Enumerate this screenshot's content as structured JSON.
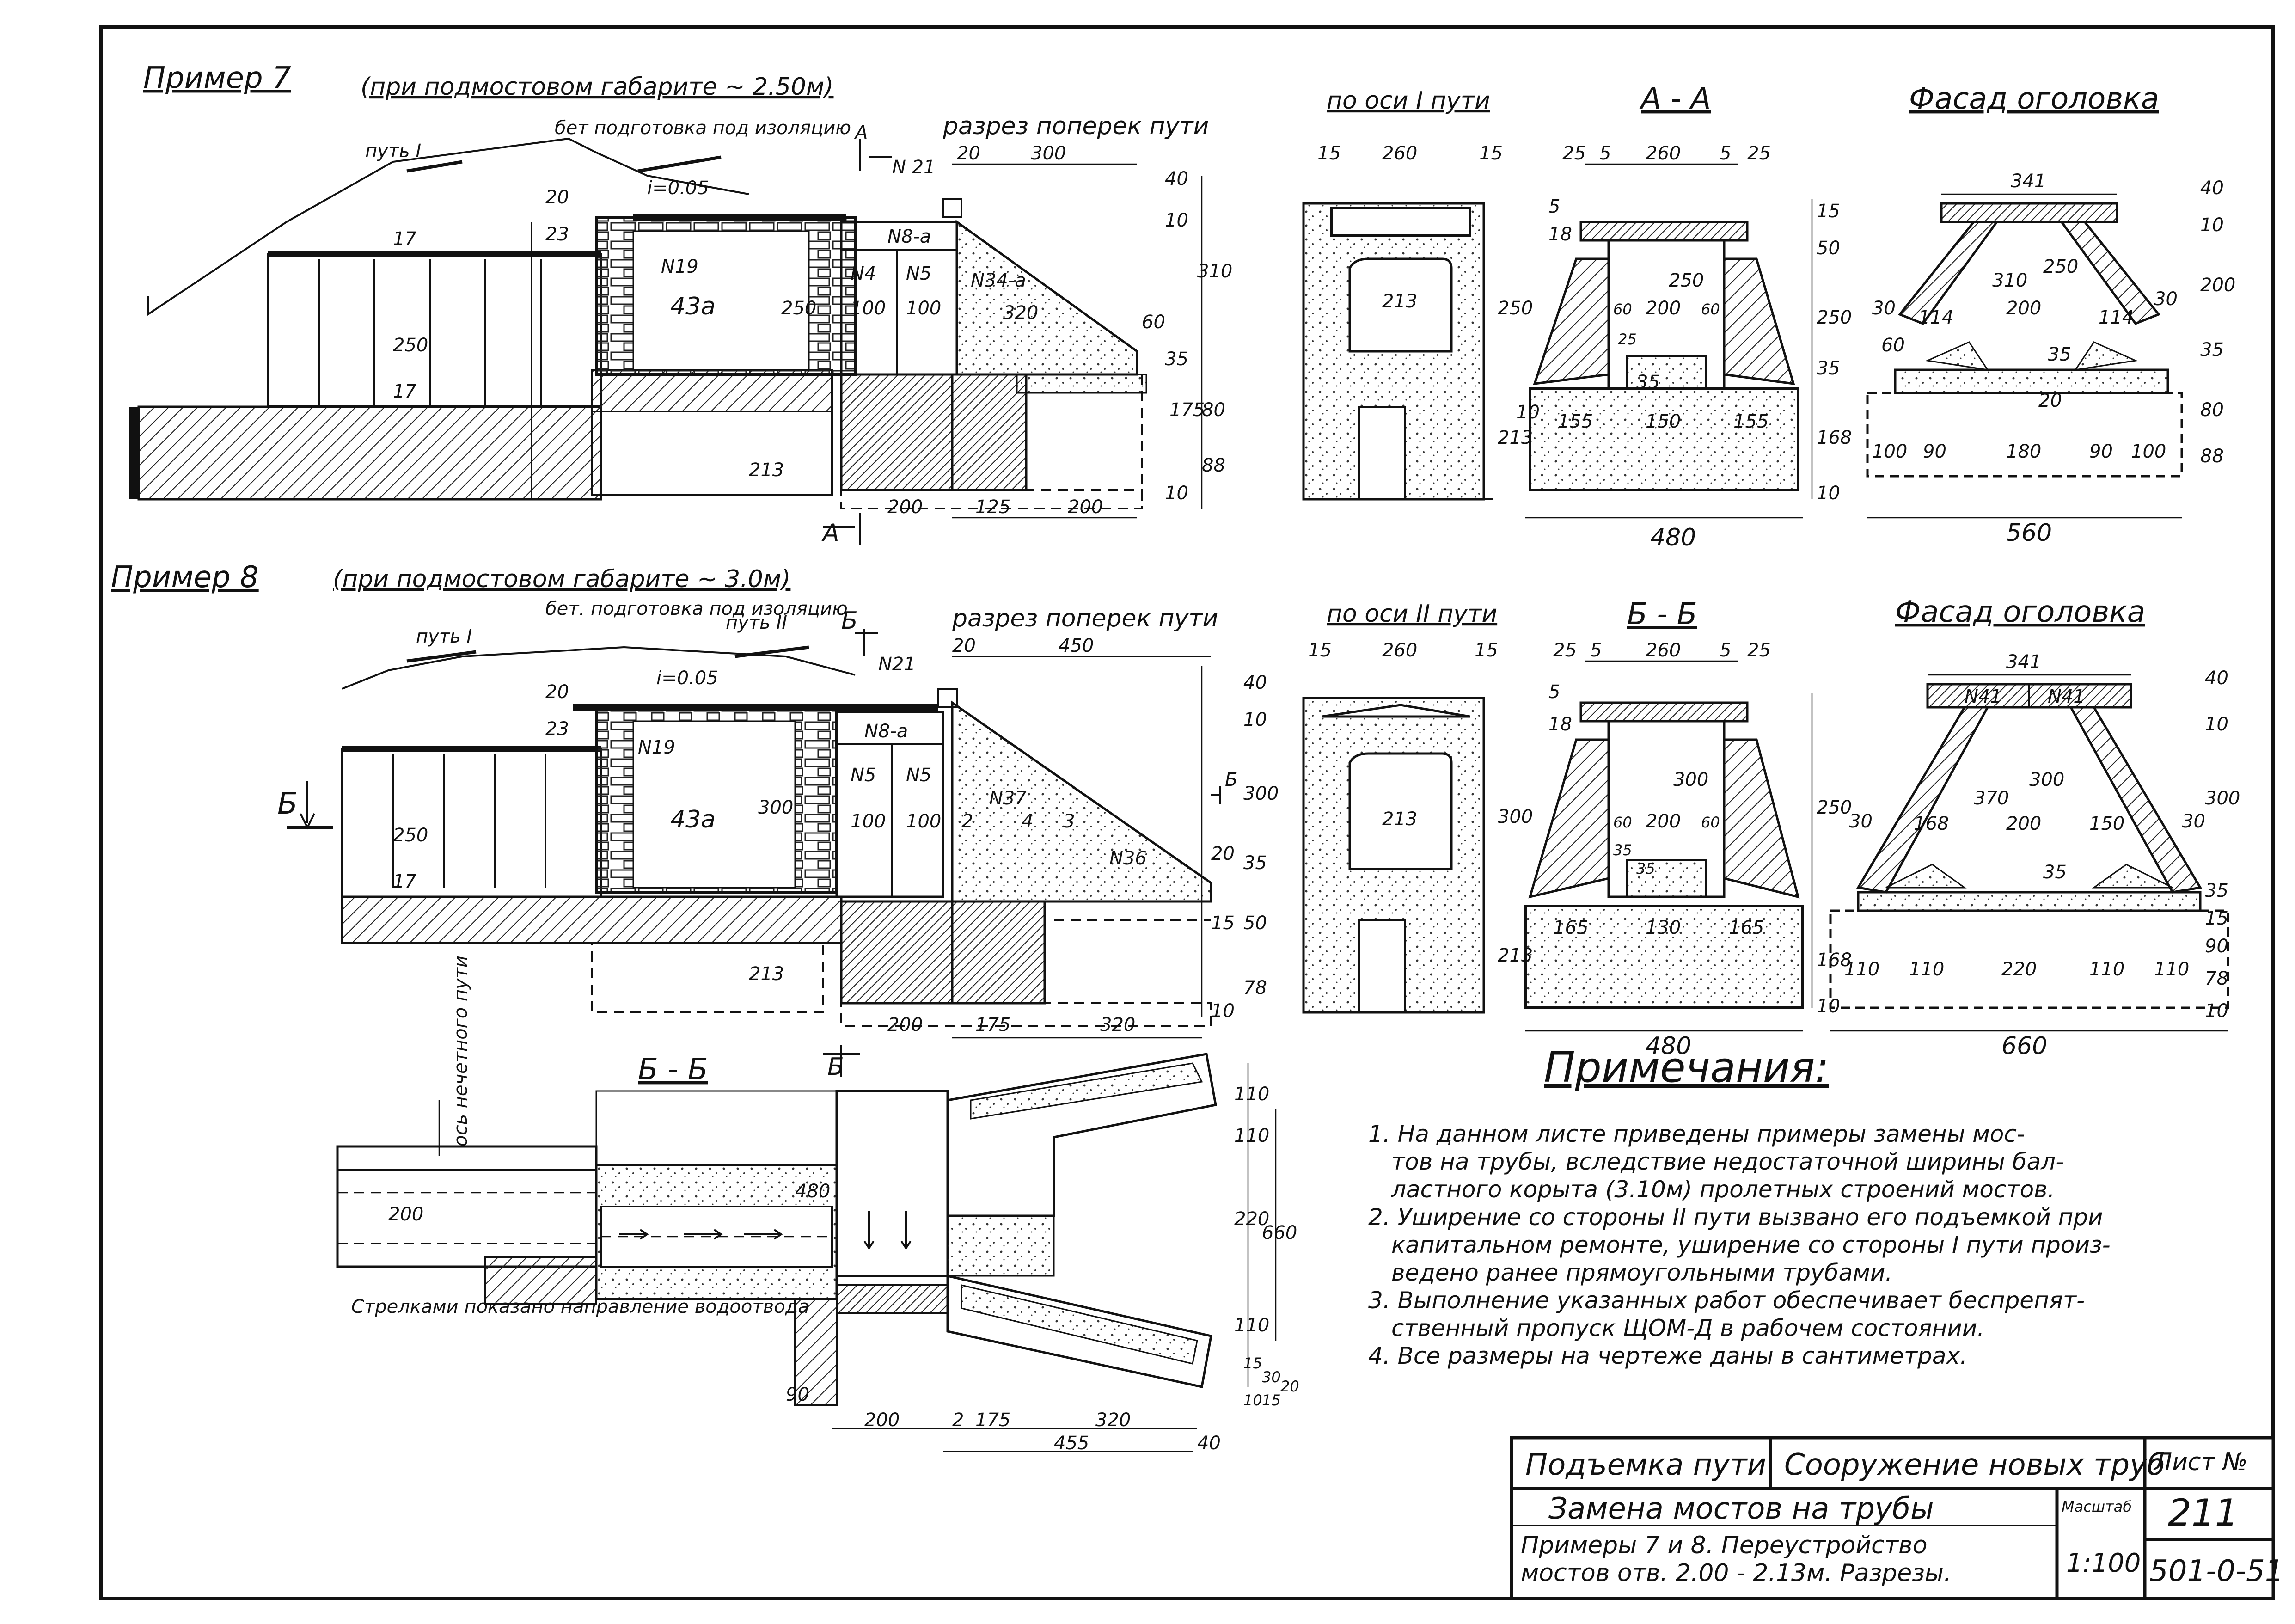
{
  "example7": {
    "title": "Пример 7",
    "subtitle": "(при подмостовом габарите ~ 2.50м)",
    "labels": {
      "track1": "путь I",
      "concrete": "бет подготовка под изоляцию",
      "markA": "А",
      "slope": "i=0.05",
      "n21": "N 21",
      "n8": "N8-а",
      "n19": "N19",
      "n4": "N4",
      "n5": "N5",
      "n34": "N34-а",
      "cross_section": "разрез поперек пути",
      "section_a": "А"
    },
    "dims": {
      "d20": "20",
      "d300": "300",
      "d43": "43а",
      "d250": "250",
      "d250b": "250",
      "d100a": "100",
      "d100b": "100",
      "d320": "320",
      "d17a": "17",
      "d17b": "17",
      "d213": "213",
      "d200": "200",
      "d125": "125",
      "d200b": "200",
      "d23": "23",
      "d20b": "20",
      "d40": "40",
      "d10": "10",
      "d310": "310",
      "d35": "35",
      "d60": "60",
      "d175": "175",
      "d80": "80",
      "d88": "88",
      "d10b": "10"
    }
  },
  "example7_views": {
    "axis1": "по оси I пути",
    "section_aa": "А - А",
    "facade": "Фасад оголовка",
    "dims": {
      "a15": "15",
      "a260": "260",
      "a15b": "15",
      "a213": "213",
      "a250": "250",
      "a213b": "213",
      "b25": "25",
      "b5": "5",
      "b260": "260",
      "b5b": "5",
      "b25b": "25",
      "b250": "250",
      "b60": "60",
      "b200": "200",
      "b60b": "60",
      "b155": "155",
      "b150": "150",
      "b155b": "155",
      "b480": "480",
      "b15": "15",
      "b50": "50",
      "b250r": "250",
      "b35": "35",
      "b168": "168",
      "b10": "10",
      "b18": "18",
      "b5v": "5",
      "b10v": "10",
      "b25v": "25",
      "b35v": "35",
      "c341": "341",
      "c30": "30",
      "c114": "114",
      "c310": "310",
      "c250": "250",
      "c200": "200",
      "c114b": "114",
      "c30b": "30",
      "c35": "35",
      "c100": "100",
      "c90": "90",
      "c180": "180",
      "c90b": "90",
      "c100b": "100",
      "c560": "560",
      "c40": "40",
      "c10": "10",
      "c200r": "200",
      "c35r": "35",
      "c80": "80",
      "c88": "88",
      "c60": "60",
      "c20": "20"
    }
  },
  "example8": {
    "title": "Пример 8",
    "subtitle": "(при подмостовом габарите ~ 3.0м)",
    "labels": {
      "track1": "путь I",
      "concrete": "бет. подготовка под изоляцию",
      "track2": "путь II",
      "markB": "Б",
      "slope": "i=0.05",
      "n21": "N21",
      "n8": "N8-а",
      "n19": "N19",
      "n5a": "N5",
      "n5b": "N5",
      "n37": "N37",
      "n36": "N36",
      "cross_section": "разрез поперек пути",
      "markB_left": "Б",
      "markB_right": "Б"
    },
    "dims": {
      "d20": "20",
      "d450": "450",
      "d43": "43а",
      "d300": "300",
      "d100a": "100",
      "d100b": "100",
      "d2": "2",
      "d4": "4",
      "d3": "3",
      "d250": "250",
      "d17": "17",
      "d213": "213",
      "d200": "200",
      "d175": "175",
      "d320": "320",
      "d23": "23",
      "d20b": "20",
      "d40": "40",
      "d10": "10",
      "d300r": "300",
      "d35": "35",
      "d20r": "20",
      "d15": "15",
      "d50": "50",
      "d78": "78",
      "d10b": "10"
    }
  },
  "example8_views": {
    "axis2": "по оси II пути",
    "section_bb": "Б - Б",
    "facade": "Фасад оголовка",
    "dims": {
      "a15": "15",
      "a260": "260",
      "a15b": "15",
      "a213": "213",
      "a300": "300",
      "a213b": "213",
      "b25": "25",
      "b5": "5",
      "b260": "260",
      "b5b": "5",
      "b25b": "25",
      "b300": "300",
      "b60": "60",
      "b200": "200",
      "b60b": "60",
      "b35": "35",
      "b35b": "35",
      "b165": "165",
      "b130": "130",
      "b165b": "165",
      "b480": "480",
      "b250": "250",
      "b168": "168",
      "b10": "10",
      "b18": "18",
      "b5v": "5",
      "c341": "341",
      "cN41a": "N41",
      "cN41b": "N41",
      "c30": "30",
      "c168": "168",
      "c370": "370",
      "c300": "300",
      "c200": "200",
      "c150": "150",
      "c30b": "30",
      "c35": "35",
      "c110": "110",
      "c110b": "110",
      "c220": "220",
      "c110c": "110",
      "c110d": "110",
      "c660": "660",
      "c40": "40",
      "c10": "10",
      "c300r": "300",
      "c35r": "35",
      "c15": "15",
      "c90": "90",
      "c78": "78",
      "c10r": "10"
    }
  },
  "plan_bb": {
    "title": "Б - Б",
    "axis": "ось нечетного пути",
    "markB": "Б",
    "arrows_note": "Стрелками показано направление водоотвода",
    "dims": {
      "p200": "200",
      "p480": "480",
      "p200b": "200",
      "p2": "2",
      "p175": "175",
      "p320": "320",
      "p455": "455",
      "p40": "40",
      "p110a": "110",
      "p110b": "110",
      "p220": "220",
      "p660": "660",
      "p110c": "110",
      "p90": "90",
      "p15": "15",
      "p30": "30",
      "p20": "20",
      "p10": "10",
      "p15b": "15"
    }
  },
  "notes": {
    "title": "Примечания:",
    "items": [
      "1. На данном листе приведены примеры замены мос-",
      "тов на трубы, вследствие недостаточной ширины бал-",
      "ластного корыта (3.10м) пролетных строений мостов.",
      "2. Уширение со стороны II пути вызвано его подъемкой при",
      "капитальном ремонте, уширение со стороны I пути произ-",
      "ведено ранее прямоугольными трубами.",
      "3. Выполнение указанных работ обеспечивает беспрепят-",
      "ственный пропуск ЩОМ-Д в рабочем состоянии.",
      "4. Все размеры на чертеже даны в сантиметрах."
    ]
  },
  "title_block": {
    "cell1": "Подъемка пути",
    "cell2": "Сооружение новых труб",
    "sheet_label": "Лист №",
    "sheet_no": "211",
    "title": "Замена мостов на трубы",
    "scale_label": "Масштаб",
    "scale": "1:100",
    "description1": "Примеры 7 и 8. Переустройство",
    "description2": "мостов отв. 2.00 - 2.13м. Разрезы.",
    "code": "501-0-51"
  }
}
